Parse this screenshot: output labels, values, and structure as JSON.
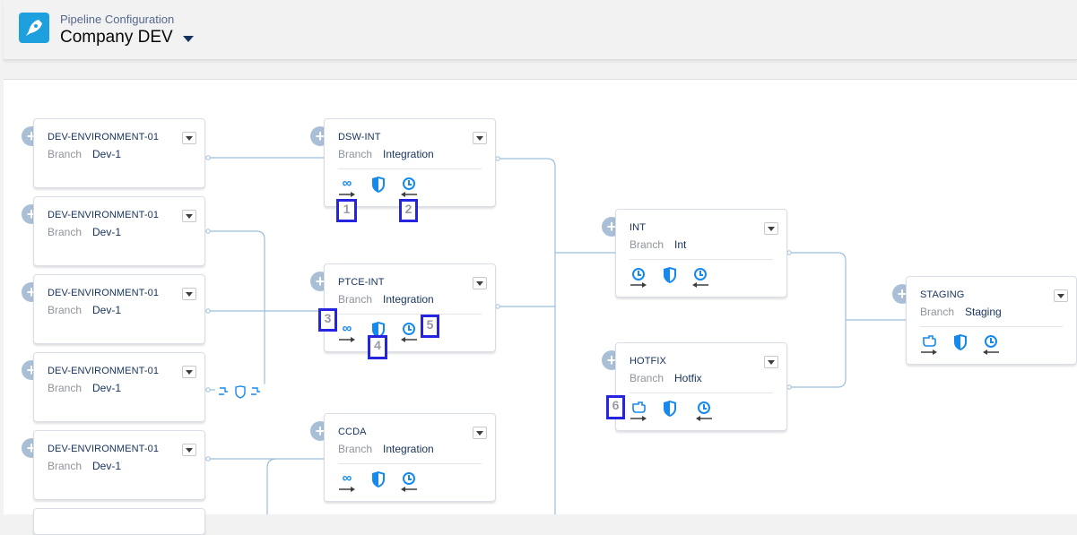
{
  "header": {
    "subtitle": "Pipeline Configuration",
    "title": "Company DEV"
  },
  "labels": {
    "branch": "Branch"
  },
  "colors": {
    "accent": "#1589ee",
    "badge_border": "#2525e0",
    "connector": "#9bbfdc",
    "plus": "#a9bfd6"
  },
  "environments": [
    {
      "name": "DEV-ENVIRONMENT-01",
      "branch": "Dev-1"
    },
    {
      "name": "DEV-ENVIRONMENT-01",
      "branch": "Dev-1"
    },
    {
      "name": "DEV-ENVIRONMENT-01",
      "branch": "Dev-1"
    },
    {
      "name": "DEV-ENVIRONMENT-01",
      "branch": "Dev-1"
    },
    {
      "name": "DEV-ENVIRONMENT-01",
      "branch": "Dev-1"
    }
  ],
  "integration": [
    {
      "name": "DSW-INT",
      "branch": "Integration",
      "actions": [
        "infinity-icon",
        "shield-icon",
        "clock-icon"
      ]
    },
    {
      "name": "PTCE-INT",
      "branch": "Integration",
      "actions": [
        "infinity-icon",
        "shield-icon",
        "clock-icon"
      ]
    },
    {
      "name": "CCDA",
      "branch": "Integration",
      "actions": [
        "infinity-icon",
        "shield-icon",
        "clock-icon"
      ]
    }
  ],
  "int": {
    "name": "INT",
    "branch": "Int",
    "actions": [
      "clock-icon",
      "shield-icon",
      "clock-icon"
    ]
  },
  "hotfix": {
    "name": "HOTFIX",
    "branch": "Hotfix",
    "actions": [
      "hand-icon",
      "shield-icon",
      "clock-icon"
    ]
  },
  "staging": {
    "name": "STAGING",
    "branch": "Staging",
    "actions": [
      "hand-icon",
      "shield-icon",
      "clock-icon"
    ]
  },
  "badges": [
    "1",
    "2",
    "3",
    "4",
    "5",
    "6"
  ]
}
